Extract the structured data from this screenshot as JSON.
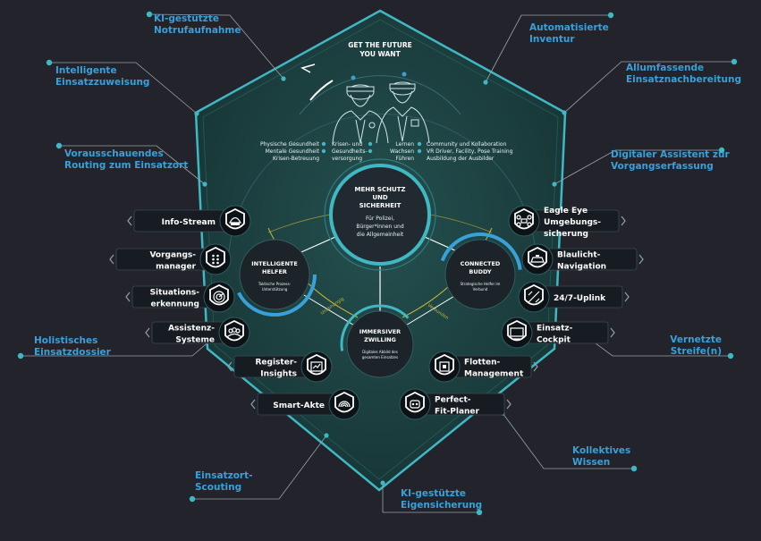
{
  "header": {
    "line1": "GET THE FUTURE",
    "line2": "YOU WANT"
  },
  "outer_labels": [
    {
      "id": "ki-notruf",
      "lines": [
        "KI-gestützte",
        "Notrufaufnahme"
      ]
    },
    {
      "id": "intelligente-zuweisung",
      "lines": [
        "Intelligente",
        "Einsatzzuweisung"
      ]
    },
    {
      "id": "routing",
      "lines": [
        "Vorausschauendes",
        "Routing zum Einsatzort"
      ]
    },
    {
      "id": "dossier",
      "lines": [
        "Holistisches",
        "Einsatzdossier"
      ]
    },
    {
      "id": "scouting",
      "lines": [
        "Einsatzort-",
        "Scouting"
      ]
    },
    {
      "id": "eigensicherung",
      "lines": [
        "KI-gestützte",
        "Eigensicherung"
      ]
    },
    {
      "id": "kollektives-wissen",
      "lines": [
        "Kollektives",
        "Wissen"
      ]
    },
    {
      "id": "streife",
      "lines": [
        "Vernetzte",
        "Streife(n)"
      ]
    },
    {
      "id": "digitaler-assistent",
      "lines": [
        "Digitaler Assistent zur",
        "Vorgangserfassung"
      ]
    },
    {
      "id": "nachbereitung",
      "lines": [
        "Allumfassende",
        "Einsatznachbereitung"
      ]
    },
    {
      "id": "inventur",
      "lines": [
        "Automatisierte",
        "Inventur"
      ]
    }
  ],
  "officer_left_items": [
    [
      "Physische Gesundheit",
      "Mentale Gesundheit",
      "Krisen-Betreuung"
    ],
    [
      "Krisen- und",
      "Gesundheits-",
      "versorgung"
    ]
  ],
  "officer_right_items": [
    [
      "Lernen",
      "Wachsen",
      "Führen"
    ],
    [
      "Community und Kollaboration",
      "VR Driver, Facility, Pose Training",
      "Ausbildung der Ausbilder"
    ]
  ],
  "center": {
    "title": [
      "MEHR SCHUTZ",
      "UND",
      "SICHERHEIT"
    ],
    "sub": [
      "Für Polizei,",
      "Bürger*innen und",
      "die Allgemeinheit"
    ]
  },
  "helper_left": {
    "title": [
      "INTELLIGENTE",
      "HELFER"
    ],
    "sub": [
      "Taktische Prozess-",
      "Unterstützung"
    ]
  },
  "helper_right": {
    "title": [
      "CONNECTED",
      "BUDDY"
    ],
    "sub": [
      "Strategische Helfer im",
      "Verbund"
    ]
  },
  "helper_bottom": {
    "title": [
      "IMMERSIVER",
      "ZWILLING"
    ],
    "sub": [
      "Digitales Abbild des",
      "gesamten Einsatzes"
    ]
  },
  "arc_labels": {
    "left": "Unabhängig",
    "right": "Verbunden"
  },
  "features_left": [
    {
      "id": "info-stream",
      "lines": [
        "Info-Stream"
      ],
      "icon": "shield-helmet-icon"
    },
    {
      "id": "vorgangsmanager",
      "lines": [
        "Vorgangs-",
        "manager"
      ],
      "icon": "dots-grid-icon"
    },
    {
      "id": "situationserkennung",
      "lines": [
        "Situations-",
        "erkennung"
      ],
      "icon": "radar-icon"
    },
    {
      "id": "assistenzsysteme",
      "lines": [
        "Assistenz-",
        "Systeme"
      ],
      "icon": "people-icon"
    },
    {
      "id": "register-insights",
      "lines": [
        "Register-",
        "Insights"
      ],
      "icon": "chart-icon"
    },
    {
      "id": "smart-akte",
      "lines": [
        "Smart-Akte"
      ],
      "icon": "fingerprint-icon"
    }
  ],
  "features_right": [
    {
      "id": "eagle-eye",
      "lines": [
        "Eagle Eye",
        "Umgebungs-",
        "sicherung"
      ],
      "icon": "drone-icon"
    },
    {
      "id": "blaulicht",
      "lines": [
        "Blaulicht-",
        "Navigation"
      ],
      "icon": "car-icon"
    },
    {
      "id": "uplink",
      "lines": [
        "24/7-Uplink"
      ],
      "icon": "satellite-icon"
    },
    {
      "id": "einsatz-cockpit",
      "lines": [
        "Einsatz-",
        "Cockpit"
      ],
      "icon": "monitor-icon"
    },
    {
      "id": "flotten",
      "lines": [
        "Flotten-",
        "Management"
      ],
      "icon": "chip-icon"
    },
    {
      "id": "perfect-fit",
      "lines": [
        "Perfect-",
        "Fit-Planer"
      ],
      "icon": "robot-icon"
    }
  ],
  "colors": {
    "background": "#23232b",
    "shield": "#1f4545",
    "accent": "#3fb8c4",
    "label": "#3aa0d8",
    "yellow": "#c8b43a"
  }
}
